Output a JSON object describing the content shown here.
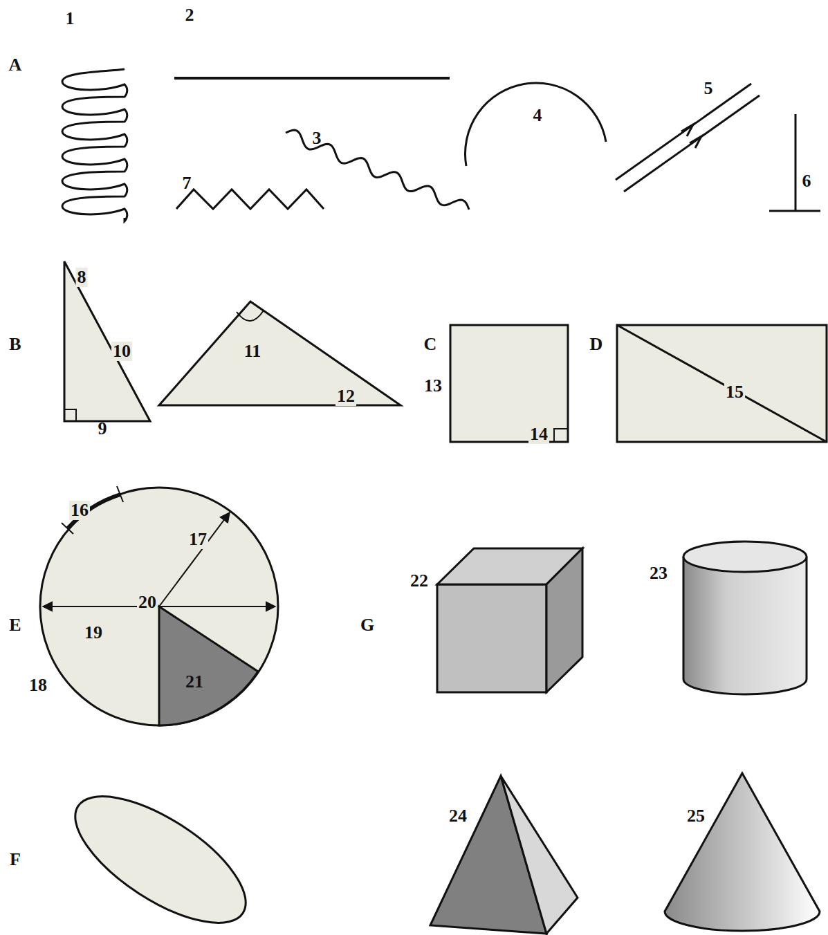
{
  "diagram": {
    "labels": [
      "1",
      "2",
      "A",
      "3",
      "4",
      "5",
      "6",
      "7",
      "B",
      "8",
      "9",
      "10",
      "11",
      "12",
      "C",
      "13",
      "14",
      "D",
      "15",
      "E",
      "16",
      "17",
      "18",
      "19",
      "20",
      "21",
      "G",
      "22",
      "23",
      "F",
      "24",
      "25"
    ]
  }
}
